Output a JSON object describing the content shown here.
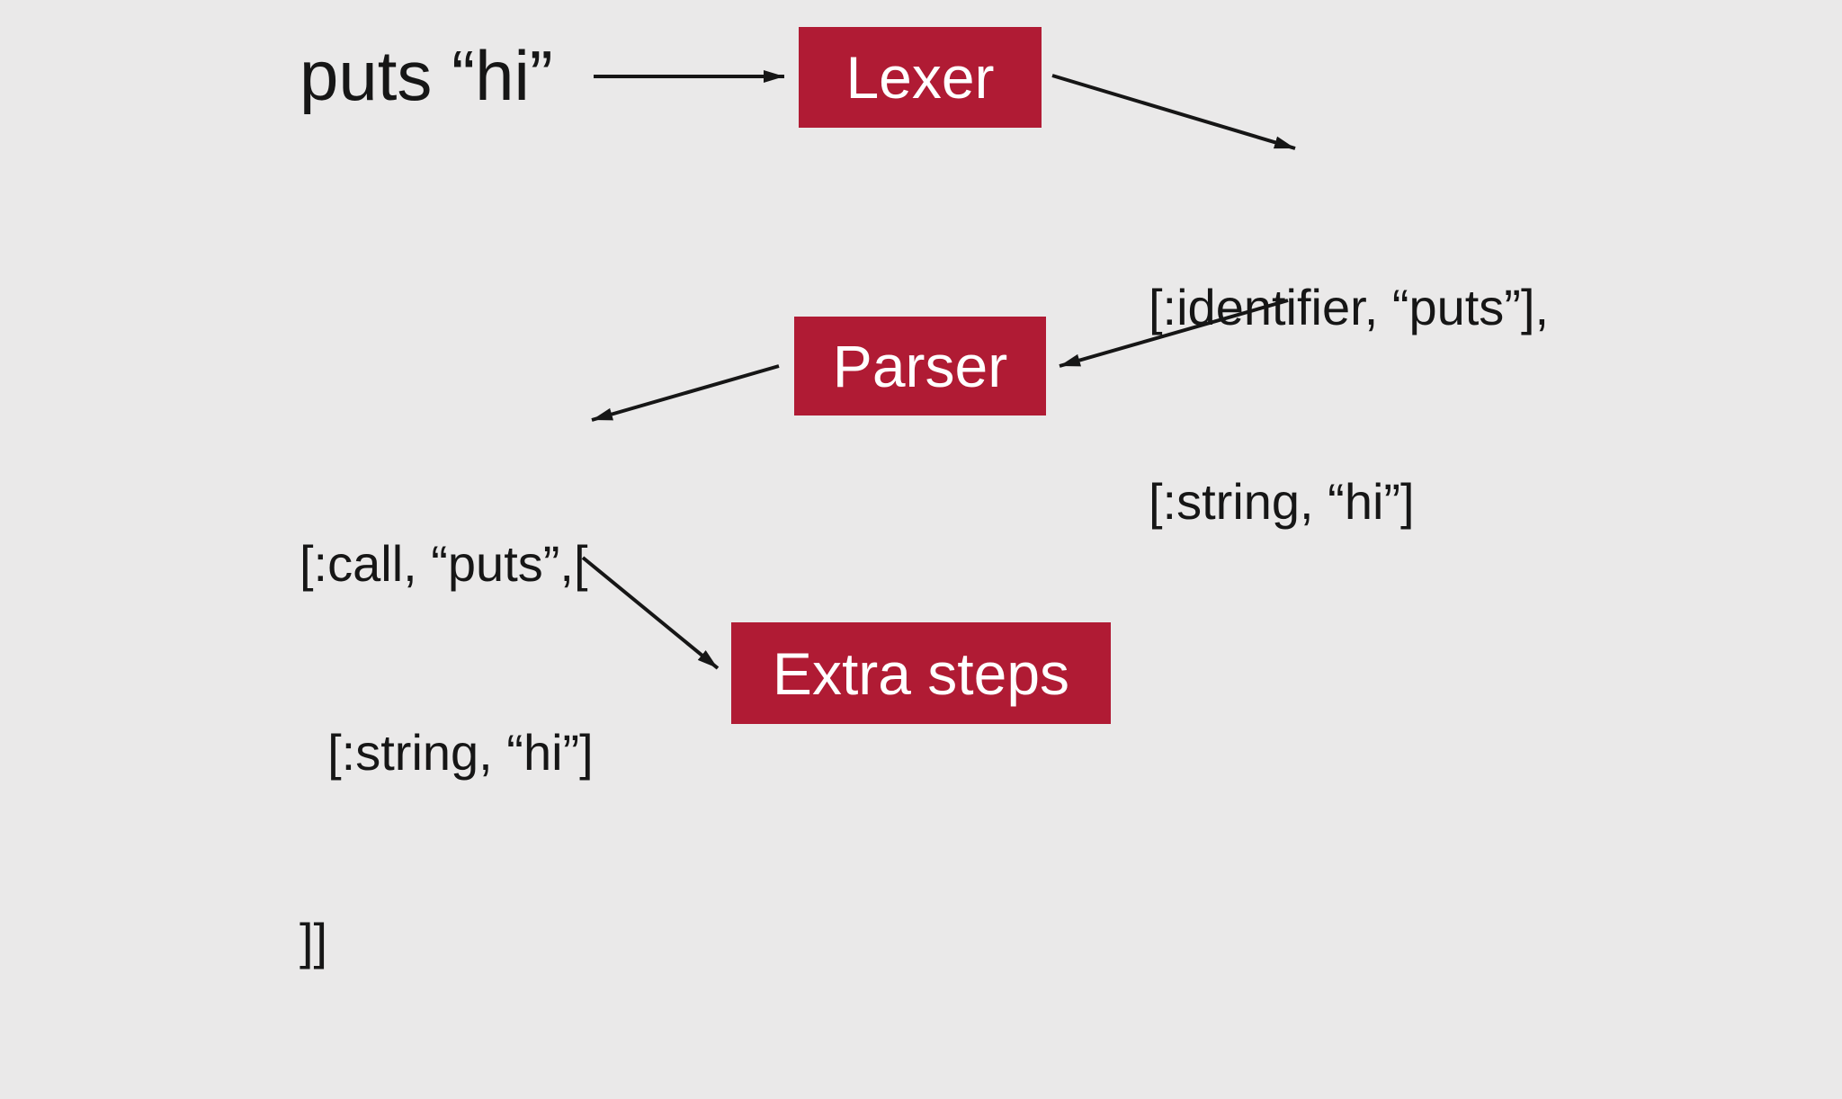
{
  "canvas": {
    "background_color": "#eae9e9",
    "accent_red": "#b01b34",
    "text_color": "#161616",
    "arrow_color": "#161616"
  },
  "diagram": {
    "source_code": "puts “hi”",
    "stages": [
      {
        "id": "lexer",
        "label": "Lexer"
      },
      {
        "id": "parser",
        "label": "Parser"
      },
      {
        "id": "extra-steps",
        "label": "Extra steps"
      }
    ],
    "lexer_output": {
      "line1": "[:identifier, “puts”],",
      "line2": "[:string, “hi”]"
    },
    "parser_output": {
      "line1": "[:call, “puts”,[",
      "line2": "  [:string, “hi”]",
      "line3": "]]"
    }
  }
}
